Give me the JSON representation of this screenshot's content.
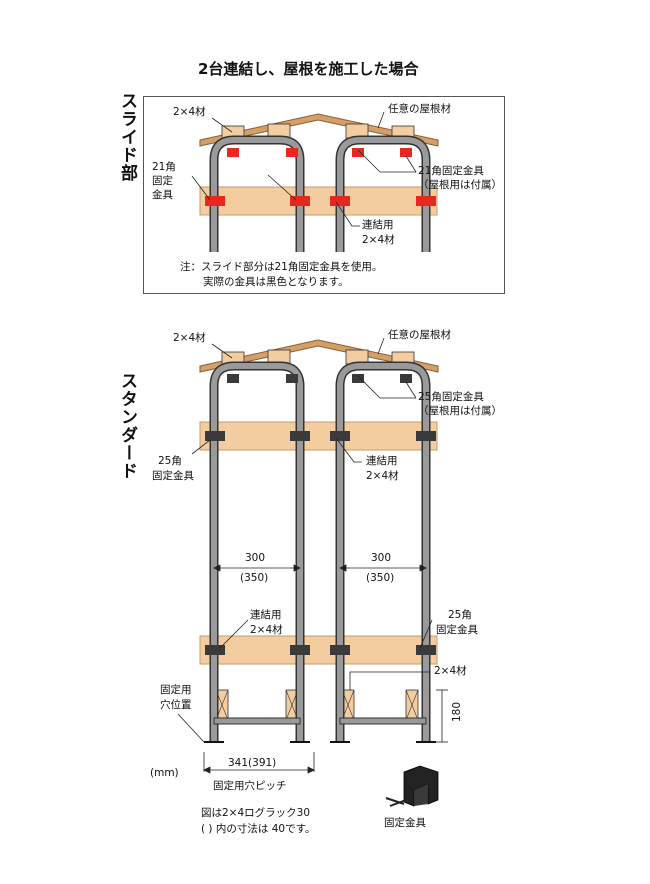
{
  "title": "2台連結し、屋根を施工した場合",
  "slide": {
    "heading": "スライド部",
    "label_lumber": "2×4材",
    "label_roof": "任意の屋根材",
    "label_bracket_left_1": "21角",
    "label_bracket_left_2": "固定",
    "label_bracket_left_3": "金具",
    "label_bracket_right_1": "21角固定金具",
    "label_bracket_right_2": "（屋根用は付属）",
    "label_connect_1": "連結用",
    "label_connect_2": "2×4材",
    "note_1": "注：スライド部分は21角固定金具を使用。",
    "note_2": "実際の金具は黒色となります。"
  },
  "standard": {
    "heading": "スタンダード",
    "label_lumber": "2×4材",
    "label_roof": "任意の屋根材",
    "label_bracket_top_1": "25角固定金具",
    "label_bracket_top_2": "（屋根用は付属）",
    "label_bracket_left_1": "25角",
    "label_bracket_left_2": "固定金具",
    "label_connect_top_1": "連結用",
    "label_connect_top_2": "2×4材",
    "dim_left": "300",
    "dim_left_alt": "(350)",
    "dim_right": "300",
    "dim_right_alt": "(350)",
    "label_connect_bottom_1": "連結用",
    "label_connect_bottom_2": "2×4材",
    "label_bracket_bottom_1": "25角",
    "label_bracket_bottom_2": "固定金具",
    "label_lumber_bottom": "2×4材",
    "label_hole_1": "固定用",
    "label_hole_2": "穴位置",
    "dim_height": "180",
    "unit": "(mm)",
    "dim_pitch": "341(391)",
    "label_pitch": "固定用穴ピッチ",
    "note_1": "図は2×4ログラック30",
    "note_2": "( ) 内の寸法は 40です。",
    "label_fitting": "固定金具"
  },
  "colors": {
    "wood": "#f3cda0",
    "wood_edge": "#c49a6a",
    "roof": "#d4a06a",
    "pipe": "#7a7a7a",
    "bracket_red": "#e8281e",
    "bracket_black": "#3a3a3a"
  }
}
